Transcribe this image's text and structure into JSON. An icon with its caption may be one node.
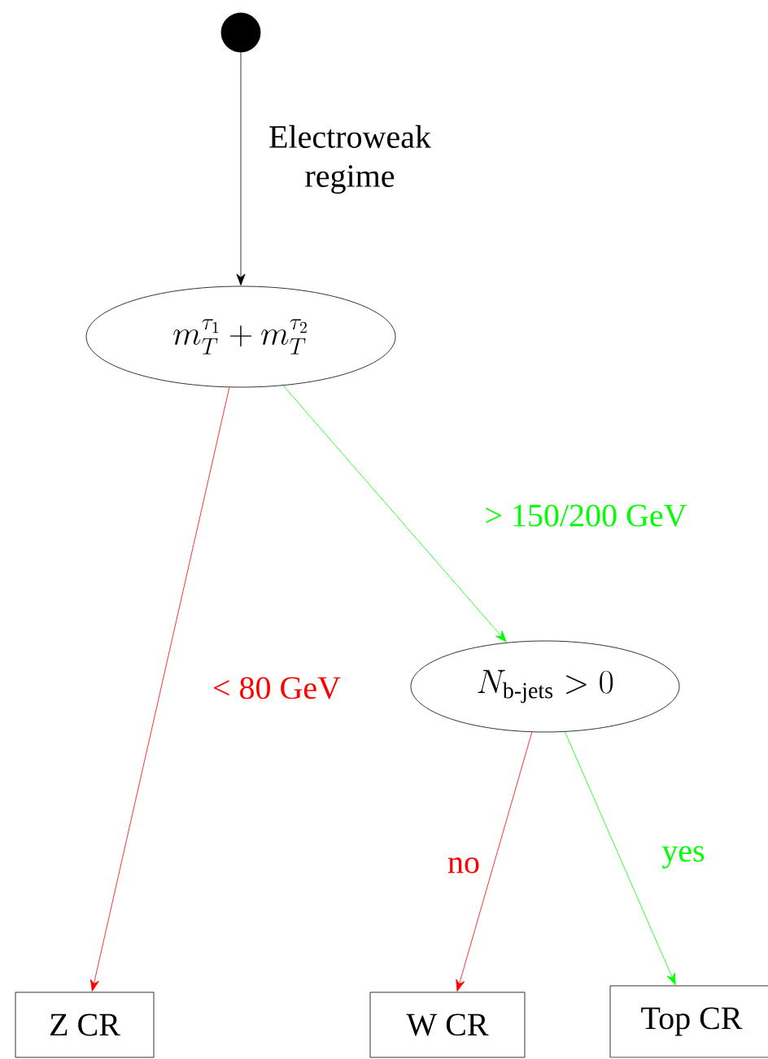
{
  "diagram": {
    "nodes": [
      {
        "text": [],
        "shape": "circle"
      },
      {
        "text": [
          "m_T^{\\tau_1}+m_T^{\\tau_2}"
        ]
      },
      {
        "text": [
          "N_{\\text{b-jets}}>0"
        ]
      },
      {
        "text": [
          "Z CR"
        ]
      },
      {
        "text": [
          "W CR"
        ]
      },
      {
        "text": [
          "Top CR"
        ]
      }
    ],
    "edges": [
      {
        "from": 0,
        "to": 1,
        "arrow": "to",
        "label": "Electroweak regime",
        "color": "#000000"
      },
      {
        "from": 1,
        "to": 3,
        "arrow": "to",
        "label": "< 80 GeV",
        "color": "#ff0000"
      },
      {
        "from": 1,
        "to": 2,
        "arrow": "to",
        "label": "> 150/200 GeV",
        "color": "#00ff00"
      },
      {
        "from": 2,
        "to": 4,
        "arrow": "to",
        "label": "no",
        "color": "#ff0000"
      },
      {
        "from": 2,
        "to": 5,
        "arrow": "to",
        "label": "yes",
        "color": "#00ff00"
      }
    ]
  }
}
